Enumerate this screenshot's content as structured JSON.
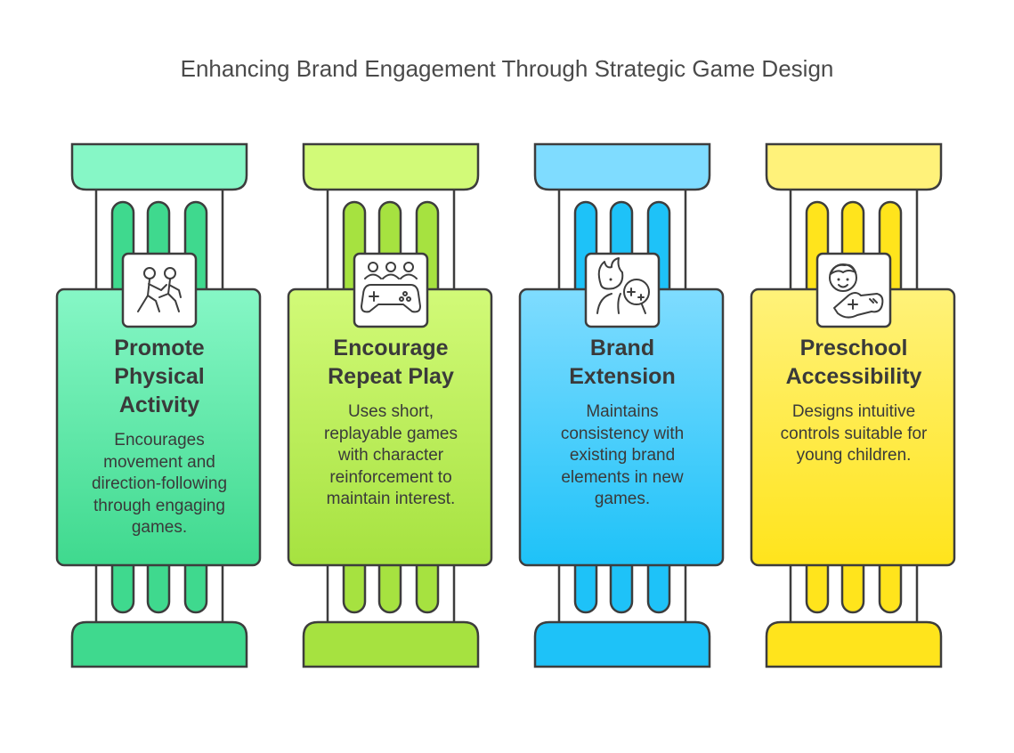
{
  "title": "Enhancing Brand Engagement Through Strategic Game Design",
  "pillars": [
    {
      "heading_lines": [
        "Promote",
        "Physical",
        "Activity"
      ],
      "description_lines": [
        "Encourages",
        "movement and",
        "direction-following",
        "through engaging",
        "games."
      ],
      "icon": "people-exercising-icon",
      "colors": {
        "top": "#86f7c6",
        "bottom": "#3fd98e"
      }
    },
    {
      "heading_lines": [
        "Encourage",
        "Repeat Play"
      ],
      "description_lines": [
        "Uses short,",
        "replayable games",
        "with character",
        "reinforcement to",
        "maintain interest."
      ],
      "icon": "group-gamepad-icon",
      "colors": {
        "top": "#d2fa78",
        "bottom": "#a6e240"
      }
    },
    {
      "heading_lines": [
        "Brand",
        "Extension"
      ],
      "description_lines": [
        "Maintains",
        "consistency with",
        "existing brand",
        "elements in new",
        "games."
      ],
      "icon": "character-gamepad-icon",
      "colors": {
        "top": "#7fdcff",
        "bottom": "#1ec2f8"
      }
    },
    {
      "heading_lines": [
        "Preschool",
        "Accessibility"
      ],
      "description_lines": [
        "Designs intuitive",
        "controls suitable for",
        "young children."
      ],
      "icon": "child-gamepad-icon",
      "colors": {
        "top": "#fff27a",
        "bottom": "#ffe41c"
      }
    }
  ]
}
